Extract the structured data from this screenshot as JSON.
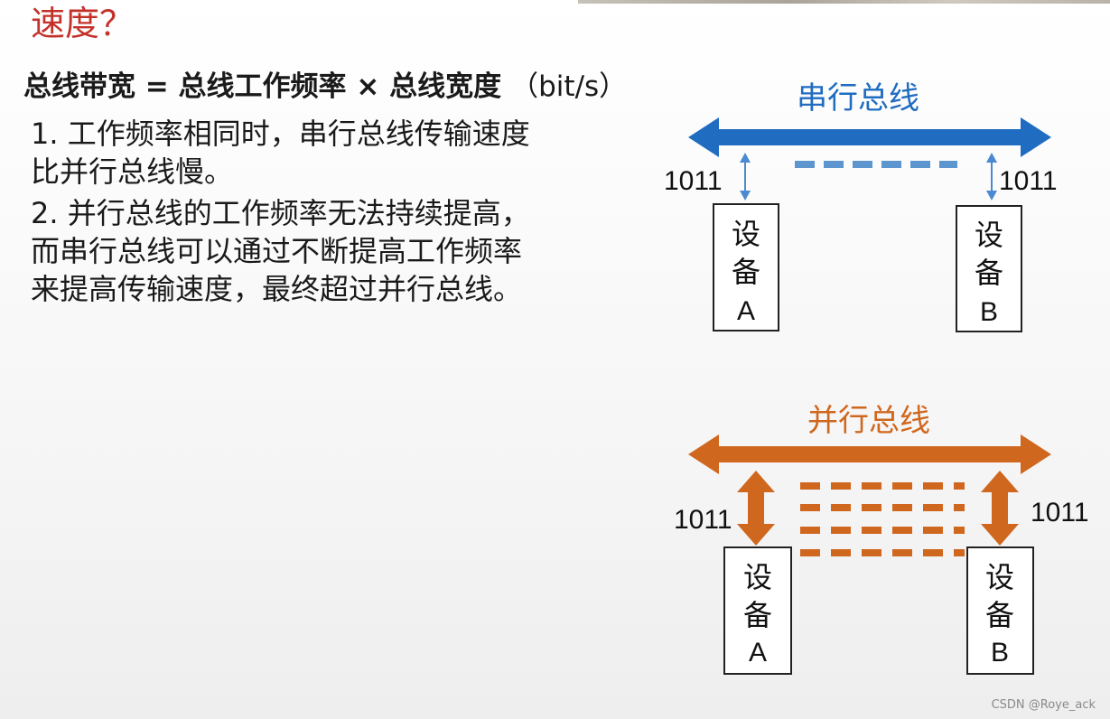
{
  "heading": "速度？",
  "formula": {
    "expression": "总线带宽 = 总线工作频率 × 总线宽度",
    "unit": "（bit/s）"
  },
  "points": [
    {
      "line1": "1. 工作频率相同时，串行总线传输速度",
      "line2": "比并行总线慢。"
    },
    {
      "line1": "2. 并行总线的工作频率无法持续提高，",
      "line2": "而串行总线可以通过不断提高工作频率",
      "line3": "来提高传输速度，最终超过并行总线。"
    }
  ],
  "serial_bus": {
    "title": "串行总线",
    "color": "#1f6cc1",
    "dash_color": "#5d95cf",
    "left_data": "1011",
    "right_data": "1011",
    "device_a": {
      "line1": "设",
      "line2": "备",
      "line3": "A"
    },
    "device_b": {
      "line1": "设",
      "line2": "备",
      "line3": "B"
    }
  },
  "parallel_bus": {
    "title": "并行总线",
    "color": "#d0671f",
    "left_data": "1011",
    "right_data": "1011",
    "device_a": {
      "line1": "设",
      "line2": "备",
      "line3": "A"
    },
    "device_b": {
      "line1": "设",
      "line2": "备",
      "line3": "B"
    }
  },
  "watermark": "CSDN @Roye_ack"
}
